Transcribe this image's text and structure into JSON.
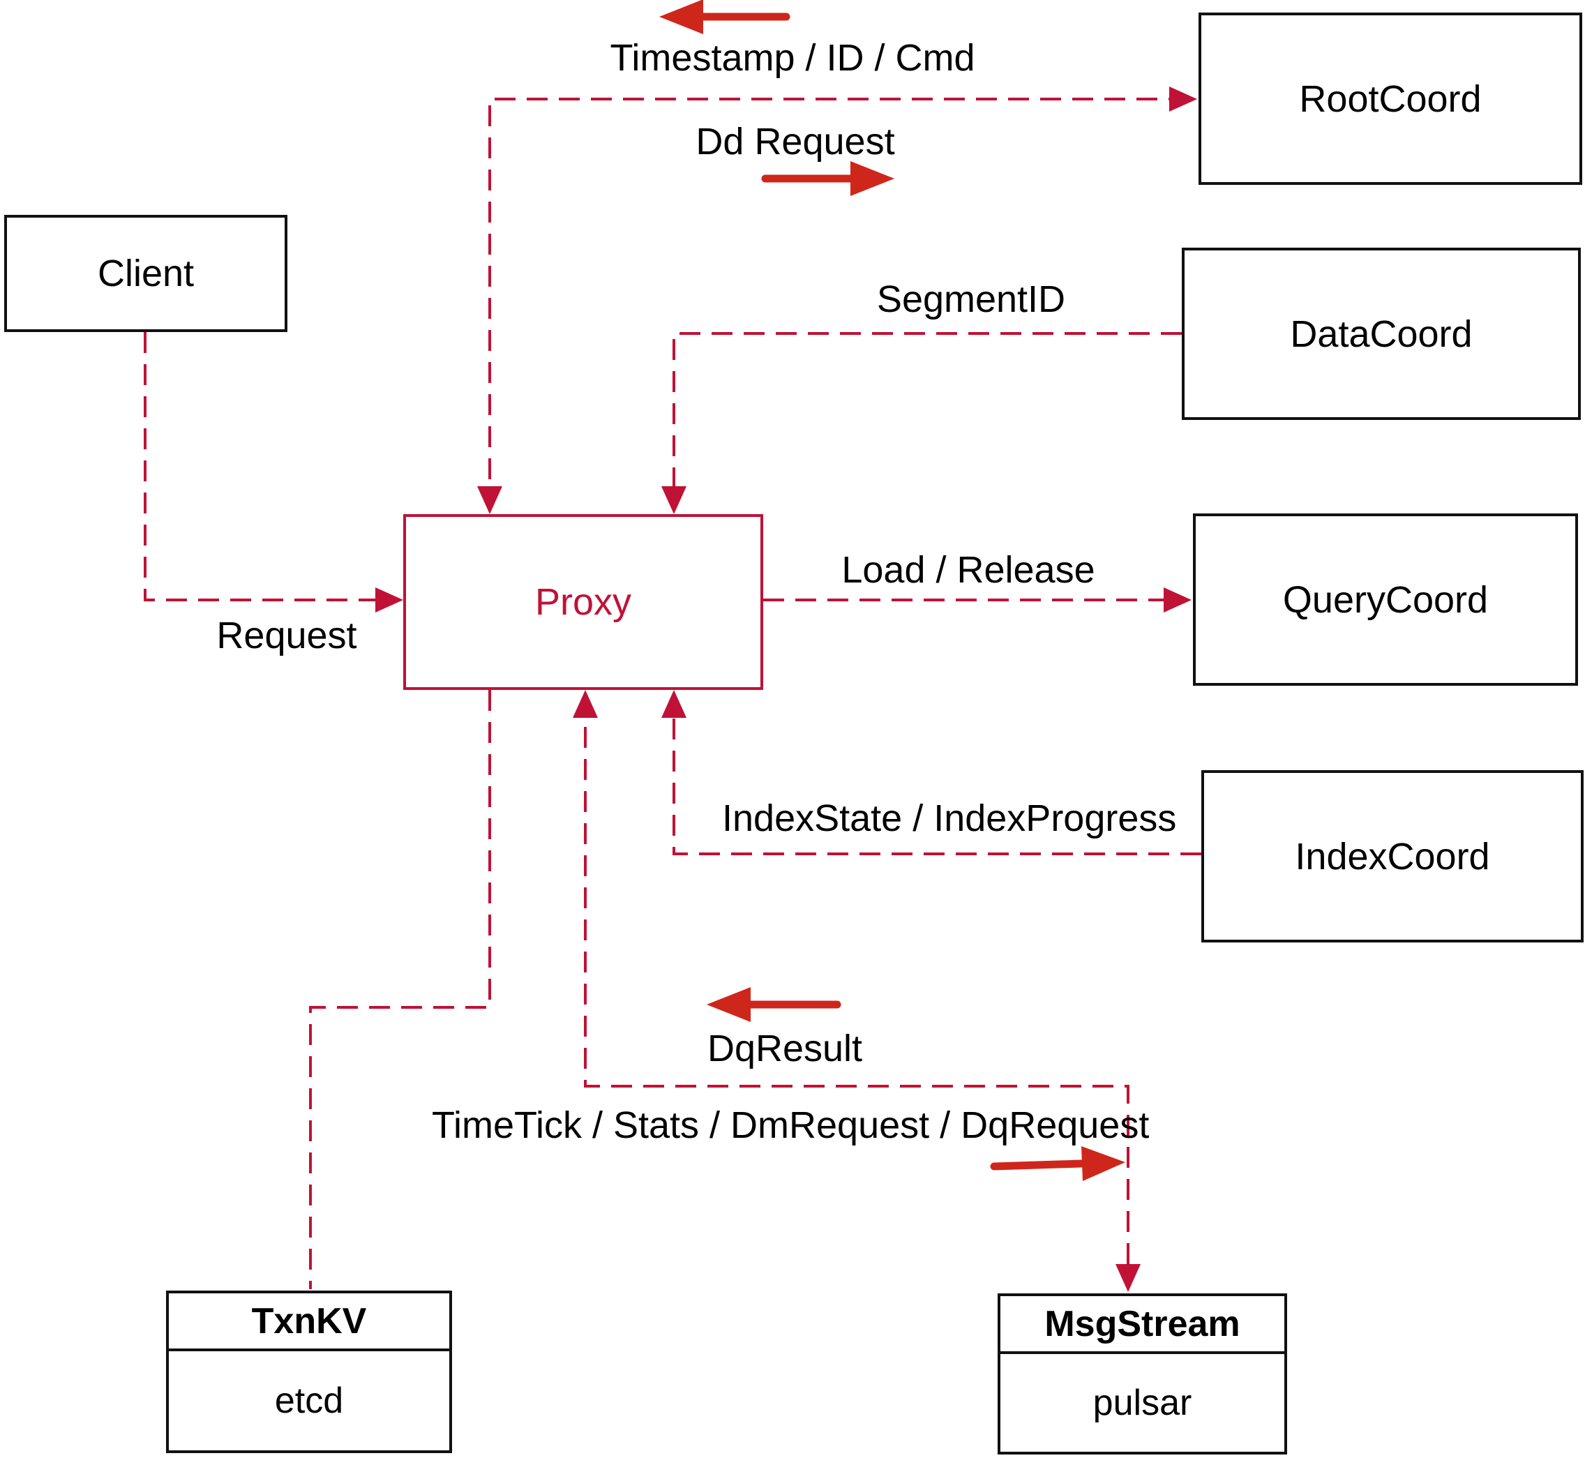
{
  "diagram": {
    "nodes": {
      "client": {
        "label": "Client"
      },
      "rootcoord": {
        "label": "RootCoord"
      },
      "datacoord": {
        "label": "DataCoord"
      },
      "querycoord": {
        "label": "QueryCoord"
      },
      "indexcoord": {
        "label": "IndexCoord"
      },
      "proxy": {
        "label": "Proxy"
      },
      "txnkv": {
        "title": "TxnKV",
        "subtitle": "etcd"
      },
      "msgstream": {
        "title": "MsgStream",
        "subtitle": "pulsar"
      }
    },
    "edge_labels": {
      "timestamp_id_cmd": "Timestamp / ID / Cmd",
      "dd_request": "Dd Request",
      "segment_id": "SegmentID",
      "request": "Request",
      "load_release": "Load / Release",
      "index_state": "IndexState / IndexProgress",
      "dq_result": "DqResult",
      "time_tick": "TimeTick / Stats / DmRequest / DqRequest"
    },
    "edges": [
      {
        "from": "Client",
        "to": "Proxy",
        "label": "Request",
        "direction": "to"
      },
      {
        "from": "Proxy",
        "to": "RootCoord",
        "labels": [
          "Timestamp / ID / Cmd",
          "Dd Request"
        ],
        "direction": "both"
      },
      {
        "from": "DataCoord",
        "to": "Proxy",
        "label": "SegmentID",
        "direction": "to"
      },
      {
        "from": "Proxy",
        "to": "QueryCoord",
        "label": "Load / Release",
        "direction": "to"
      },
      {
        "from": "IndexCoord",
        "to": "Proxy",
        "label": "IndexState / IndexProgress",
        "direction": "to"
      },
      {
        "from": "Proxy",
        "to": "MsgStream",
        "labels": [
          "DqResult",
          "TimeTick / Stats / DmRequest / DqRequest"
        ],
        "direction": "both"
      },
      {
        "from": "Proxy",
        "to": "TxnKV",
        "direction": "none"
      }
    ],
    "colors": {
      "dashed_line": "#c01236",
      "solid_arrow": "#cf261b",
      "box_border": "#111111",
      "proxy_accent": "#c01236",
      "text": "#000000",
      "background": "#ffffff"
    }
  }
}
